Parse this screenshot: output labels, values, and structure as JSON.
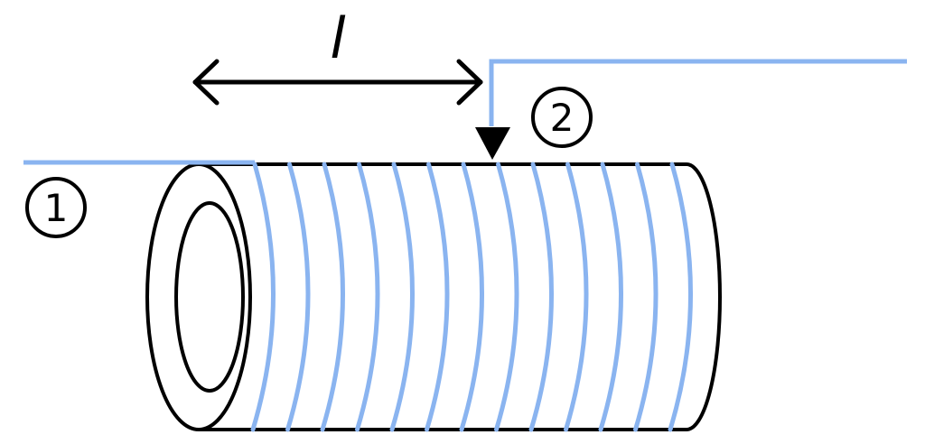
{
  "length_label": "l",
  "terminal_1": {
    "label": "1"
  },
  "terminal_2": {
    "label": "2"
  },
  "colors": {
    "wire": "#8ab4f0",
    "outline": "#000000",
    "background": "#ffffff"
  },
  "coil": {
    "turns_count": 13
  }
}
